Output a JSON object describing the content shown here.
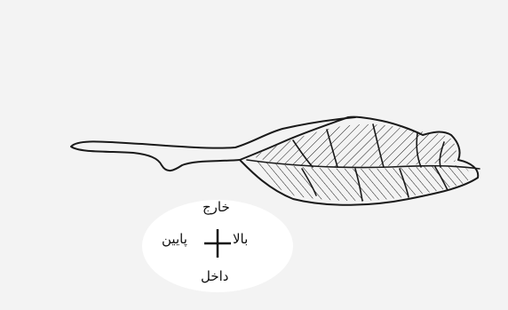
{
  "directions": {
    "top": "خارج",
    "right": "بالا",
    "left": "پایین",
    "bottom": "داخل"
  },
  "colors": {
    "background": "#f3f3f3",
    "ink": "#1a1a1a",
    "label_patch": "#ffffff"
  }
}
